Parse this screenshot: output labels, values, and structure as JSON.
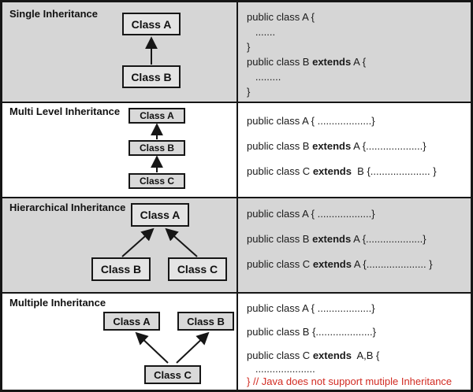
{
  "colors": {
    "panel_gray": "#d6d6d6",
    "box_fill_on_gray": "#e4e4e4",
    "box_fill_on_white": "#d9d9d9",
    "line_black": "#161616",
    "comment_red": "#d22b22"
  },
  "rows": [
    {
      "title": "Single Inheritance",
      "boxes": [
        {
          "label": "Class A"
        },
        {
          "label": "Class B"
        }
      ],
      "code": [
        {
          "pre": "public class A {",
          "kw": "",
          "post": ""
        },
        {
          "pre": "   .......",
          "kw": "",
          "post": ""
        },
        {
          "pre": "}",
          "kw": "",
          "post": ""
        },
        {
          "pre": "public class B ",
          "kw": "extends",
          "post": " A {"
        },
        {
          "pre": "   .........",
          "kw": "",
          "post": ""
        },
        {
          "pre": "}",
          "kw": "",
          "post": ""
        }
      ]
    },
    {
      "title": "Multi Level Inheritance",
      "boxes": [
        {
          "label": "Class A"
        },
        {
          "label": "Class B"
        },
        {
          "label": "Class C"
        }
      ],
      "code": [
        {
          "pre": "public class A { ...................}",
          "kw": "",
          "post": ""
        },
        {
          "pre": "public class B ",
          "kw": "extends",
          "post": " A {....................}"
        },
        {
          "pre": "public class C ",
          "kw": "extends",
          "post": "  B {..................... }"
        }
      ]
    },
    {
      "title": "Hierarchical Inheritance",
      "boxes": [
        {
          "label": "Class A"
        },
        {
          "label": "Class B"
        },
        {
          "label": "Class C"
        }
      ],
      "code": [
        {
          "pre": "public class A { ...................}",
          "kw": "",
          "post": ""
        },
        {
          "pre": "public class B ",
          "kw": "extends",
          "post": " A {....................}"
        },
        {
          "pre": "public class C ",
          "kw": "extends",
          "post": " A {..................... }"
        }
      ]
    },
    {
      "title": "Multiple Inheritance",
      "boxes": [
        {
          "label": "Class A"
        },
        {
          "label": "Class B"
        },
        {
          "label": "Class C"
        }
      ],
      "code": [
        {
          "pre": "public class A { ...................}",
          "kw": "",
          "post": ""
        },
        {
          "pre": "public class B {....................}",
          "kw": "",
          "post": ""
        },
        {
          "pre": "public class C ",
          "kw": "extends",
          "post": "  A,B {"
        },
        {
          "pre": "   .....................",
          "kw": "",
          "post": ""
        },
        {
          "pre": "} // Java does not support mutiple Inheritance",
          "kw": "",
          "post": ""
        }
      ]
    }
  ]
}
